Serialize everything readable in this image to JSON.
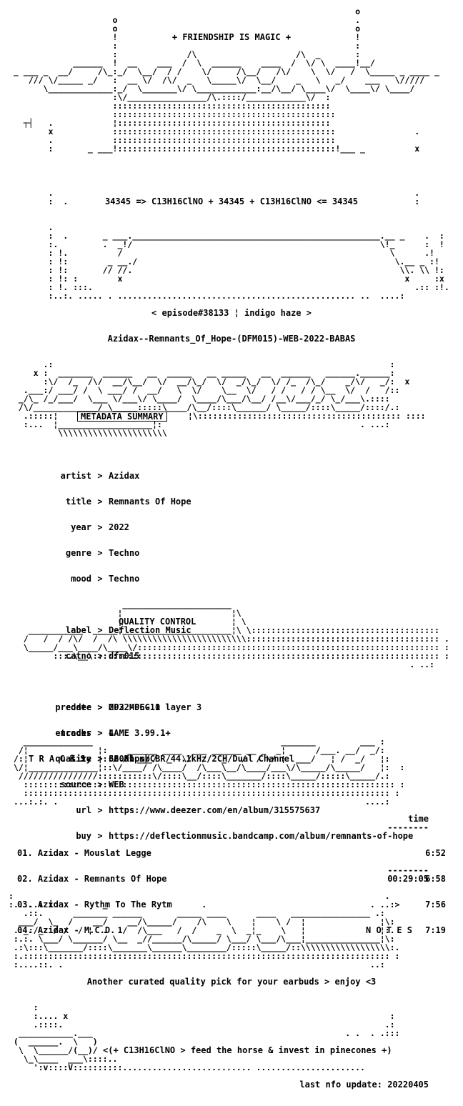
{
  "header": {
    "title": "+ FRIENDSHIP IS MAGIC +",
    "formula": "34345 => C13H16ClNO + 34345 + C13H16ClNO <= 34345",
    "episode": "< episode#38133 ¦ indigo haze >",
    "release": "Azidax--Remnants_Of_Hope-(DFM015)-WEB-2022-BABAS"
  },
  "sections": {
    "metadata": "METADATA SUMMARY",
    "quality": "QUALITY CONTROL",
    "tracks": "T R A C K S",
    "notes": "N O T E S"
  },
  "metadata": [
    {
      "key": "artist",
      "value": "Azidax"
    },
    {
      "key": "title",
      "value": "Remnants Of Hope"
    },
    {
      "key": "year",
      "value": "2022"
    },
    {
      "key": "genre",
      "value": "Techno"
    },
    {
      "key": "mood",
      "value": "Techno"
    },
    {
      "key": "label",
      "value": "Deflection Music"
    },
    {
      "key": "catno",
      "value": "dfm015"
    },
    {
      "key": "predate",
      "value": "2022-06-10"
    },
    {
      "key": "tracks",
      "value": "4"
    },
    {
      "key": "size",
      "value": "66.91 mb"
    },
    {
      "key": "url",
      "value": "https://www.deezer.com/en/album/315575637"
    },
    {
      "key": "buy",
      "value": "https://deflectionmusic.bandcamp.com/album/remnants-of-hope"
    }
  ],
  "quality": [
    {
      "key": "codec",
      "value": "MP3 MPEG 1 layer 3"
    },
    {
      "key": "encoder",
      "value": "LAME 3.99.1+"
    },
    {
      "key": "quality",
      "value": "320Kbps/CBR/44.1kHz/2CH/Dual Channel"
    },
    {
      "key": "source",
      "value": "WEB"
    }
  ],
  "tracklist": {
    "time_header": "time",
    "rule": "--------",
    "tracks": [
      {
        "label": "01. Azidax - Mouslat Legge",
        "time": "6:52"
      },
      {
        "label": "02. Azidax - Remnants Of Hope",
        "time": "6:58"
      },
      {
        "label": "03. Azidax - Rythm To The Rytm",
        "time": "7:56"
      },
      {
        "label": "04. Azidax - M.C.D.",
        "time": "7:19"
      }
    ],
    "total": "00:29:05"
  },
  "notes": {
    "text": "Another curated quality pick for your earbuds > enjoy <3"
  },
  "footer": {
    "tagline": "<(+ C13H16ClNO > feed the horse & invest in pinecones +)",
    "updated": "last nfo update: 20220405"
  }
}
